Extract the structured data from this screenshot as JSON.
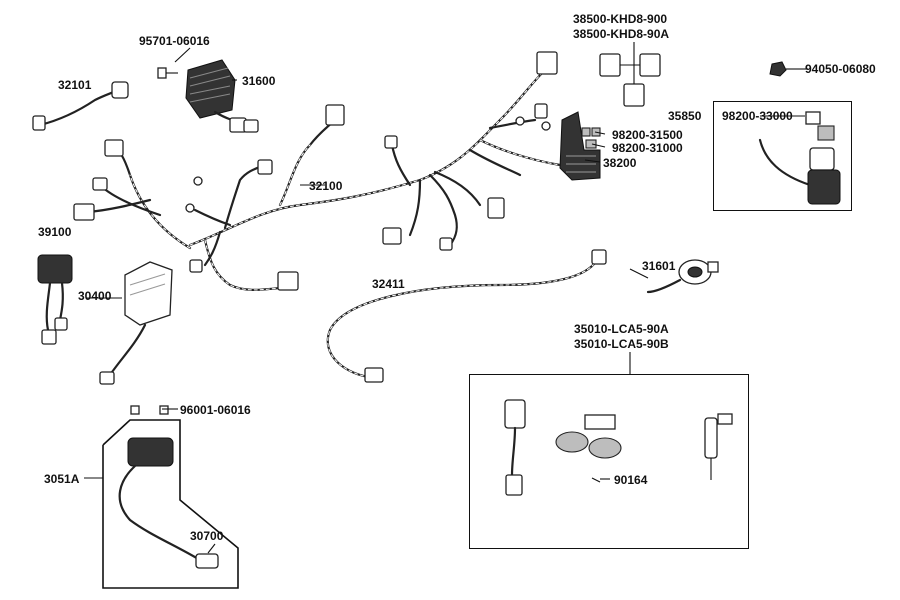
{
  "diagram": {
    "labels": {
      "p32101": "32101",
      "p95701": "95701-06016",
      "p31600": "31600",
      "p32100": "32100",
      "p38500a": "38500-KHD8-900",
      "p38500b": "38500-KHD8-90A",
      "p94050": "94050-06080",
      "p35850": "35850",
      "p98200_33000": "98200-33000",
      "p98200_31500": "98200-31500",
      "p98200_31000": "98200-31000",
      "p38200": "38200",
      "p39100": "39100",
      "p30400": "30400",
      "p32411": "32411",
      "p31601": "31601",
      "p35010a": "35010-LCA5-90A",
      "p35010b": "35010-LCA5-90B",
      "p96001": "96001-06016",
      "p3051A": "3051A",
      "p30700": "30700",
      "p90164": "90164"
    }
  }
}
